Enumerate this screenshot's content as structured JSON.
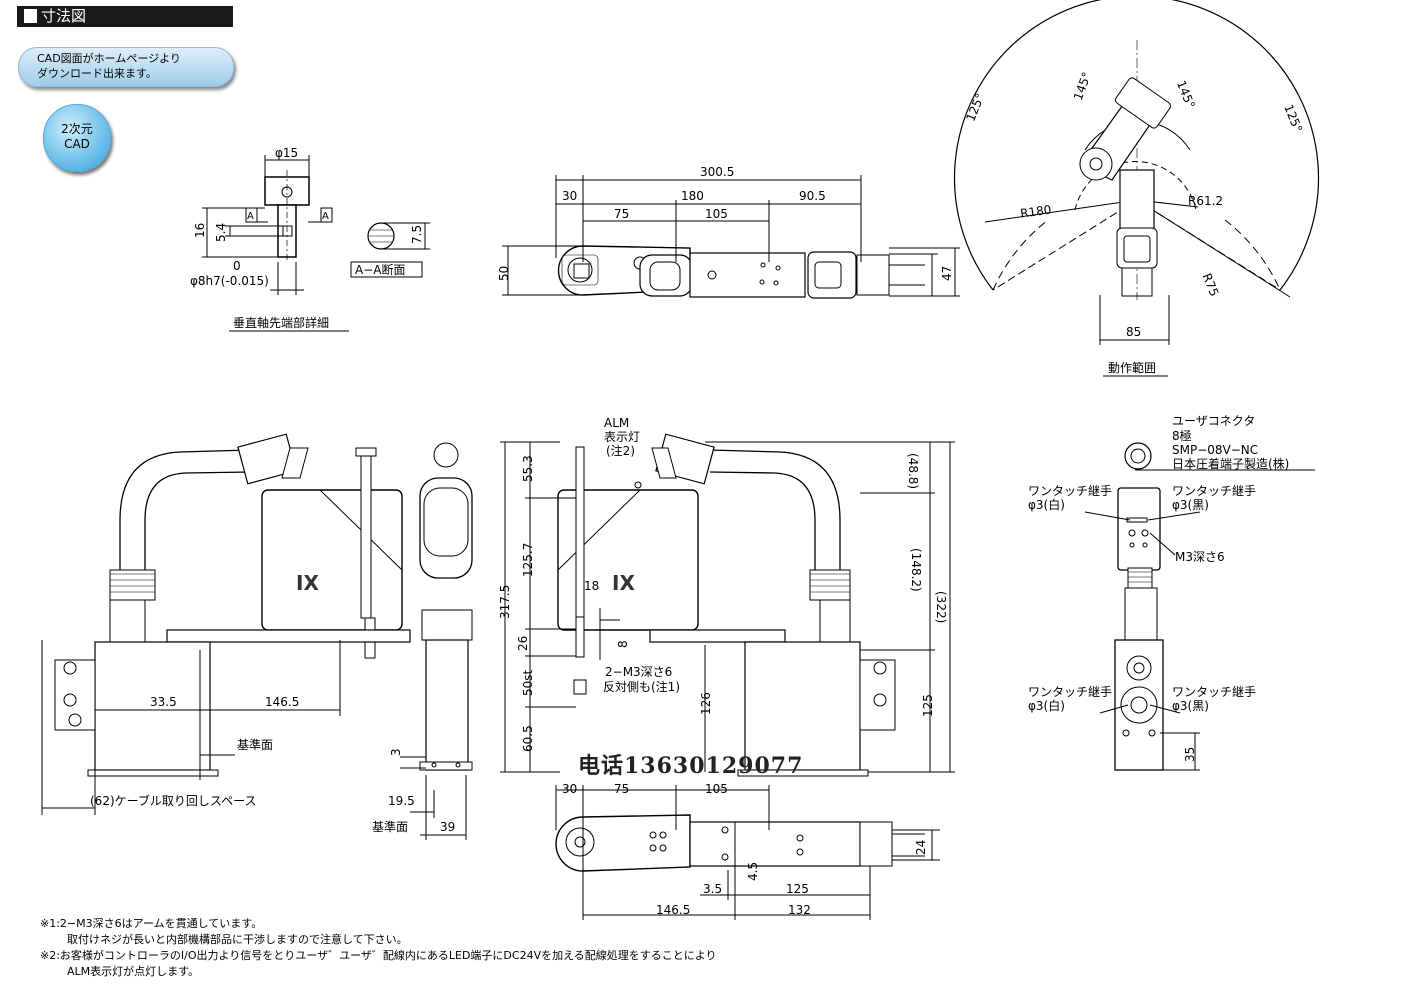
{
  "header": {
    "title": "寸法図"
  },
  "cad_note": {
    "line1": "CAD図面がホームページより",
    "line2": "ダウンロード出来ます。"
  },
  "cad_badge": {
    "line1": "2次元",
    "line2": "CAD"
  },
  "shaft_detail": {
    "caption": "垂直軸先端部詳細",
    "section_label": "A−A断面",
    "dims": {
      "phi15": "φ15",
      "d16": "16",
      "d5_4": "5.4",
      "d7_5": "7.5",
      "tol0": "0",
      "phi8": "φ8h7(-0.015)",
      "a": "A"
    }
  },
  "top_view": {
    "dims": {
      "d300_5": "300.5",
      "d30": "30",
      "d180": "180",
      "d90_5": "90.5",
      "d75": "75",
      "d105": "105",
      "d50": "50",
      "d47": "47"
    }
  },
  "range_view": {
    "caption": "動作範囲",
    "dims": {
      "a125l": "125°",
      "a125r": "125°",
      "a145l": "145°",
      "a145r": "145°",
      "r180": "R180",
      "r61": "R61.2",
      "r75": "R75",
      "d85": "85"
    }
  },
  "side_view": {
    "dims": {
      "d33_5": "33.5",
      "d146_5": "146.5",
      "d62": "(62)ケーブル取り回しスペース",
      "base": "基準面"
    }
  },
  "front_view": {
    "dims": {
      "d3": "3",
      "d19_5": "19.5",
      "d39": "39",
      "base": "基準面"
    }
  },
  "main_side": {
    "alm1": "ALM",
    "alm2": "表示灯",
    "alm3": "(注2)",
    "dims": {
      "d55_3": "55.3",
      "d125_7": "125.7",
      "d317_5": "317.5",
      "d26": "26",
      "d50st": "50st",
      "d60_5": "60.5",
      "d18": "18",
      "d8": "8",
      "m3a": "2−M3深さ6",
      "m3b": "反対側も(注1)",
      "d126": "126",
      "d48_8": "(48.8)",
      "d148_2": "(148.2)",
      "d322": "(322)",
      "d125": "125"
    }
  },
  "bottom_view": {
    "dims": {
      "d30": "30",
      "d75": "75",
      "d105": "105",
      "d3_5": "3.5",
      "d4_5": "4.5",
      "d125": "125",
      "d146_5": "146.5",
      "d132": "132",
      "d24": "24"
    }
  },
  "rear_view": {
    "connector": [
      "ユーザコネクタ",
      "8極",
      "SMP−08V−NC",
      "日本圧着端子製造(株)"
    ],
    "fit_a": [
      "ワンタッチ継手",
      "φ3(白)"
    ],
    "fit_b": [
      "ワンタッチ継手",
      "φ3(黒)"
    ],
    "m3": "M3深さ6",
    "fit_c": [
      "ワンタッチ継手",
      "φ3(白)"
    ],
    "fit_d": [
      "ワンタッチ継手",
      "φ3(黒)"
    ],
    "d35": "35"
  },
  "logo_text": "IX",
  "phone": "电话13630129077",
  "footnotes": [
    "※1:2−M3深さ6はアームを貫通しています。",
    "取付けネジが長いと内部機構部品に干渉しますので注意して下さい。",
    "※2:お客様がコントローラのI/O出力より信号をとりユーザ゛ユーザ゛配線内にあるLED端子にDC24Vを加える配線処理をすることにより",
    "ALM表示灯が点灯します。"
  ]
}
